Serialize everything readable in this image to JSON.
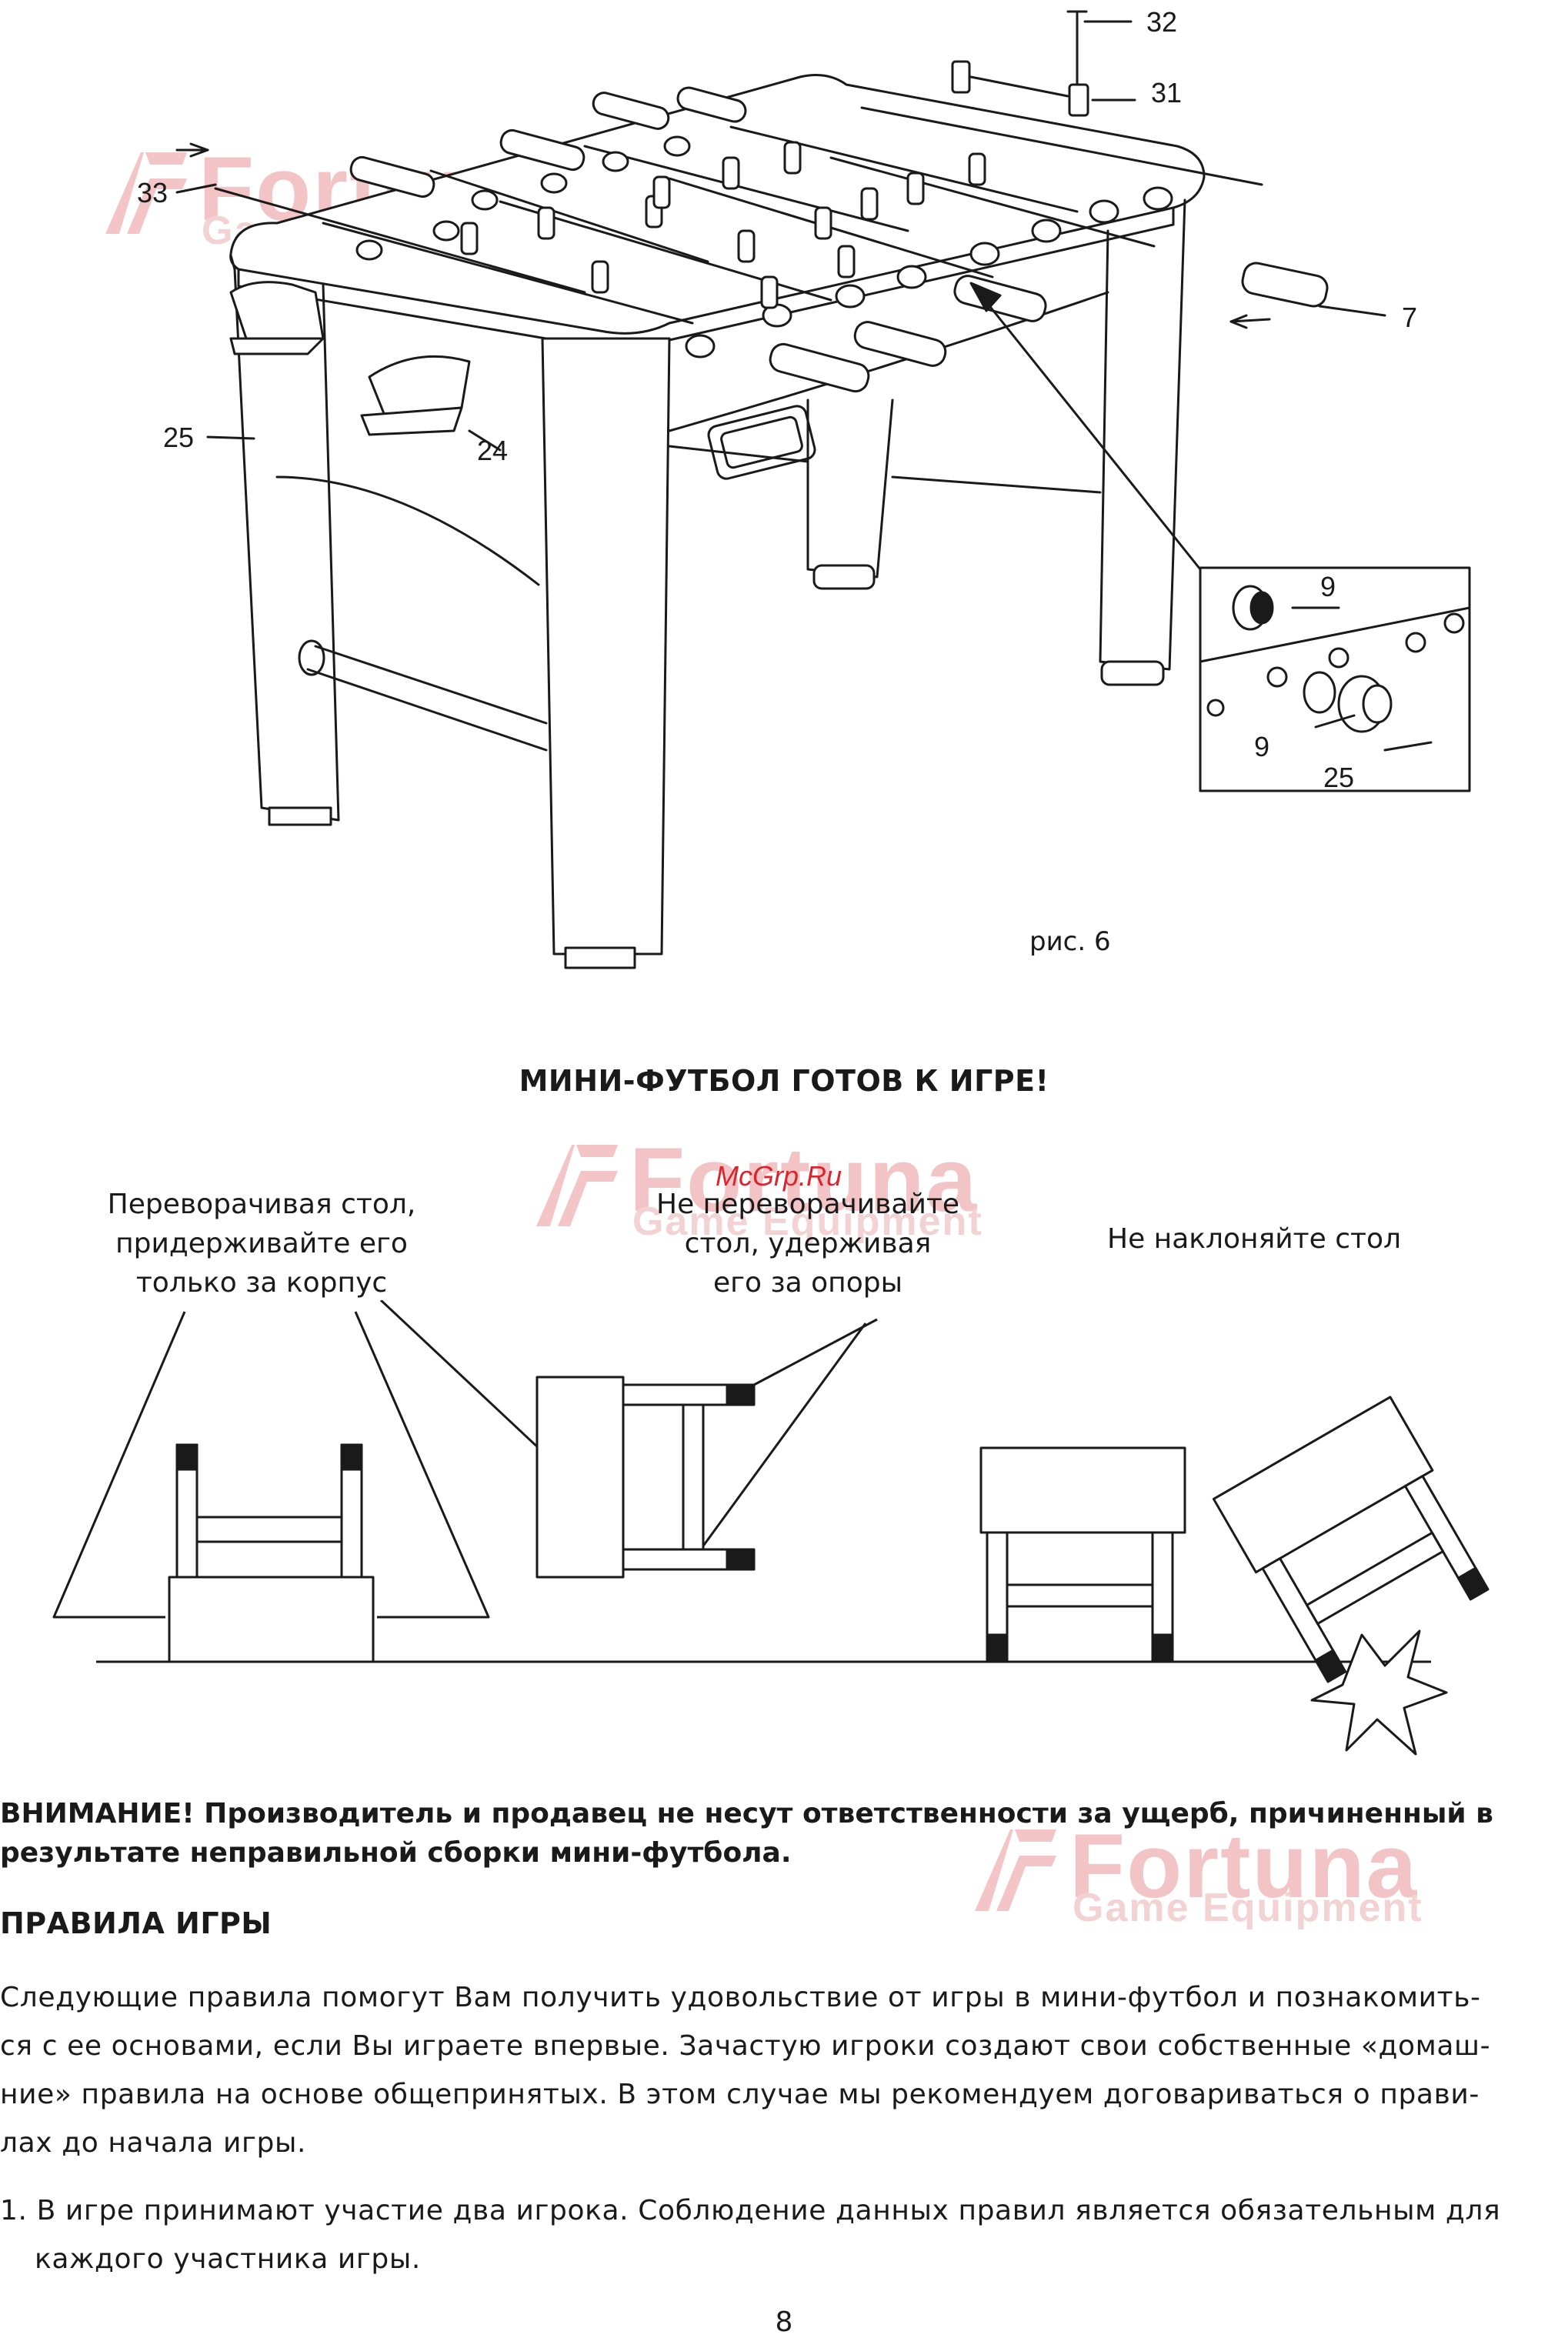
{
  "figure": {
    "callouts": {
      "c32": "32",
      "c31": "31",
      "c33": "33",
      "c7": "7",
      "c25a": "25",
      "c24": "24",
      "c9a": "9",
      "c9b": "9",
      "c25b": "25"
    },
    "caption": "рис. 6"
  },
  "watermark": {
    "brand": "Fortuna",
    "sub": "Game Equipment",
    "site": "McGrp.Ru"
  },
  "section_title": "МИНИ-ФУТБОЛ ГОТОВ К ИГРЕ!",
  "notes": {
    "correct": [
      "Переворачивая стол,",
      "придерживайте его",
      "только за корпус"
    ],
    "wrong": [
      "Не переворачивайте",
      "стол, удерживая",
      "его за опоры"
    ],
    "tilt": "Не наклоняйте стол"
  },
  "warning": {
    "line1": "ВНИМАНИЕ! Производитель и продавец не несут ответственности за ущерб, причиненный в",
    "line2": "результате неправильной сборки мини-футбола."
  },
  "rules": {
    "title": "ПРАВИЛА ИГРЫ",
    "intro": [
      "Следующие правила помогут Вам получить удовольствие от игры в мини-футбол и познакомить-",
      "ся с ее основами, если Вы играете впервые. Зачастую игроки создают свои собственные «домаш-",
      "ние» правила на основе общепринятых. В этом случае мы рекомендуем договариваться о прави-",
      "лах до начала игры."
    ],
    "item1": [
      "1. В игре принимают участие два игрока. Соблюдение данных правил является обязательным для",
      "каждого участника игры."
    ]
  },
  "page_number": "8",
  "colors": {
    "watermark_red": "#e8888c",
    "ink": "#1a1a1a"
  }
}
